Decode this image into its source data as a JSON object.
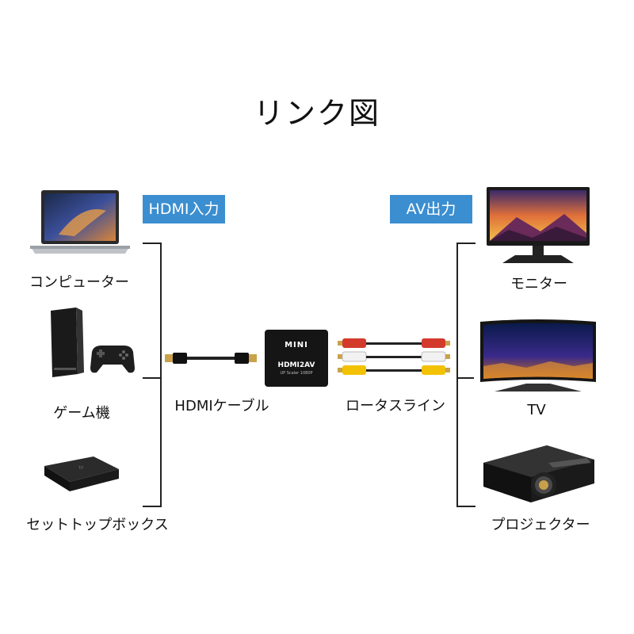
{
  "title": "リンク図",
  "input_badge": "HDMI入力",
  "output_badge": "AV出力",
  "sources": [
    {
      "label": "コンピューター",
      "icon": "laptop-icon"
    },
    {
      "label": "ゲーム機",
      "icon": "game-console-icon"
    },
    {
      "label": "セットトップボックス",
      "icon": "set-top-box-icon"
    }
  ],
  "destinations": [
    {
      "label": "モニター",
      "icon": "monitor-icon"
    },
    {
      "label": "TV",
      "icon": "tv-icon"
    },
    {
      "label": "プロジェクター",
      "icon": "projector-icon"
    }
  ],
  "cable_left": "HDMIケーブル",
  "cable_right": "ロータスライン",
  "device": {
    "top_text": "MINI",
    "name": "HDMI2AV",
    "sub": "UP Scaler 1080P"
  },
  "colors": {
    "badge": "#3b8ed0",
    "rca_red": "#d33a2c",
    "rca_white": "#f2f2f2",
    "rca_yellow": "#f2c200"
  }
}
